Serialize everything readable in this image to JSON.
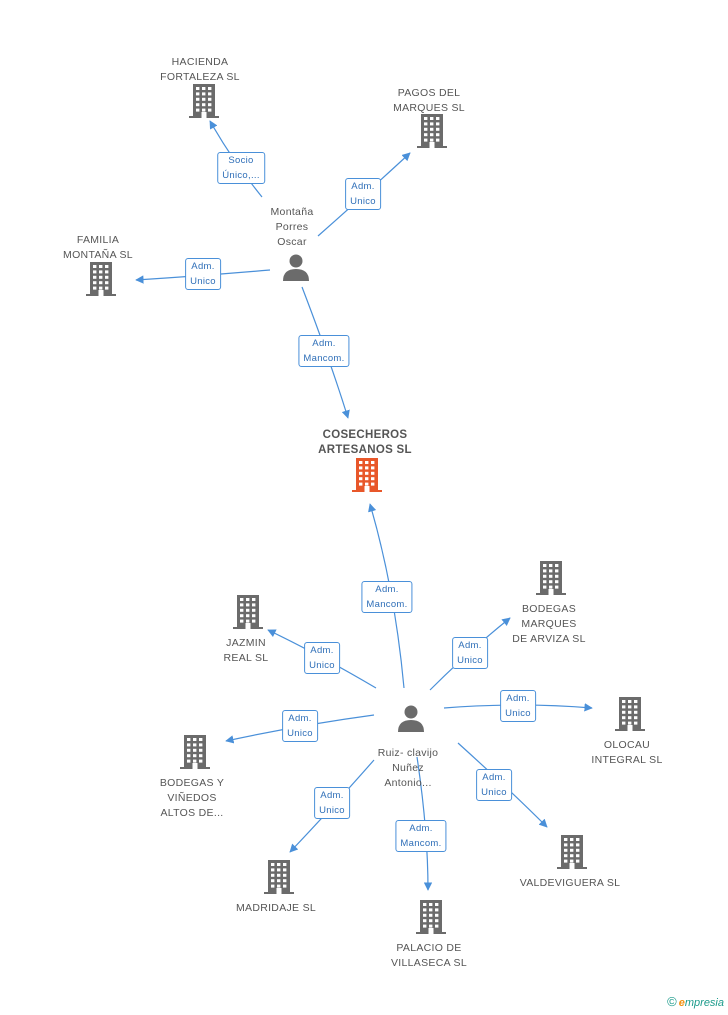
{
  "colors": {
    "edge": "#4a90d9",
    "building": "#6b6b6b",
    "center": "#e8572a",
    "person": "#6b6b6b"
  },
  "center": {
    "label_lines": [
      "COSECHEROS",
      "ARTESANOS SL"
    ]
  },
  "people": [
    {
      "id": "p1",
      "label_lines": [
        "Montaña",
        "Porres",
        "Oscar"
      ]
    },
    {
      "id": "p2",
      "label_lines": [
        "Ruiz- clavijo",
        "Nuñez",
        "Antonio..."
      ]
    }
  ],
  "companies": [
    {
      "id": "c1",
      "label_lines": [
        "HACIENDA",
        "FORTALEZA  SL"
      ]
    },
    {
      "id": "c2",
      "label_lines": [
        "PAGOS DEL",
        "MARQUES SL"
      ]
    },
    {
      "id": "c3",
      "label_lines": [
        "FAMILIA",
        "MONTAÑA  SL"
      ]
    },
    {
      "id": "c4",
      "label_lines": [
        "JAZMIN",
        "REAL SL"
      ]
    },
    {
      "id": "c5",
      "label_lines": [
        "BODEGAS",
        "MARQUES",
        "DE ARVIZA SL"
      ]
    },
    {
      "id": "c6",
      "label_lines": [
        "OLOCAU",
        "INTEGRAL SL"
      ]
    },
    {
      "id": "c7",
      "label_lines": [
        "BODEGAS Y",
        "VIÑEDOS",
        "ALTOS DE..."
      ]
    },
    {
      "id": "c8",
      "label_lines": [
        "VALDEVIGUERA SL"
      ]
    },
    {
      "id": "c9",
      "label_lines": [
        "MADRIDAJE SL"
      ]
    },
    {
      "id": "c10",
      "label_lines": [
        "PALACIO DE",
        "VILLASECA SL"
      ]
    }
  ],
  "edges": [
    {
      "id": "e1",
      "from": "p1",
      "to": "c1",
      "label_lines": [
        "Socio",
        "Único,..."
      ]
    },
    {
      "id": "e2",
      "from": "p1",
      "to": "c2",
      "label_lines": [
        "Adm.",
        "Unico"
      ]
    },
    {
      "id": "e3",
      "from": "p1",
      "to": "c3",
      "label_lines": [
        "Adm.",
        "Unico"
      ]
    },
    {
      "id": "e4",
      "from": "p1",
      "to": "center",
      "label_lines": [
        "Adm.",
        "Mancom."
      ]
    },
    {
      "id": "e5",
      "from": "p2",
      "to": "center",
      "label_lines": [
        "Adm.",
        "Mancom."
      ]
    },
    {
      "id": "e6",
      "from": "p2",
      "to": "c4",
      "label_lines": [
        "Adm.",
        "Unico"
      ]
    },
    {
      "id": "e7",
      "from": "p2",
      "to": "c5",
      "label_lines": [
        "Adm.",
        "Unico"
      ]
    },
    {
      "id": "e8",
      "from": "p2",
      "to": "c6",
      "label_lines": [
        "Adm.",
        "Unico"
      ]
    },
    {
      "id": "e9",
      "from": "p2",
      "to": "c7",
      "label_lines": [
        "Adm.",
        "Unico"
      ]
    },
    {
      "id": "e10",
      "from": "p2",
      "to": "c8",
      "label_lines": [
        "Adm.",
        "Unico"
      ]
    },
    {
      "id": "e11",
      "from": "p2",
      "to": "c9",
      "label_lines": [
        "Adm.",
        "Unico"
      ]
    },
    {
      "id": "e12",
      "from": "p2",
      "to": "c10",
      "label_lines": [
        "Adm.",
        "Mancom."
      ]
    }
  ],
  "brand": {
    "copyright": "©",
    "initial": "e",
    "rest": "mpresia"
  }
}
